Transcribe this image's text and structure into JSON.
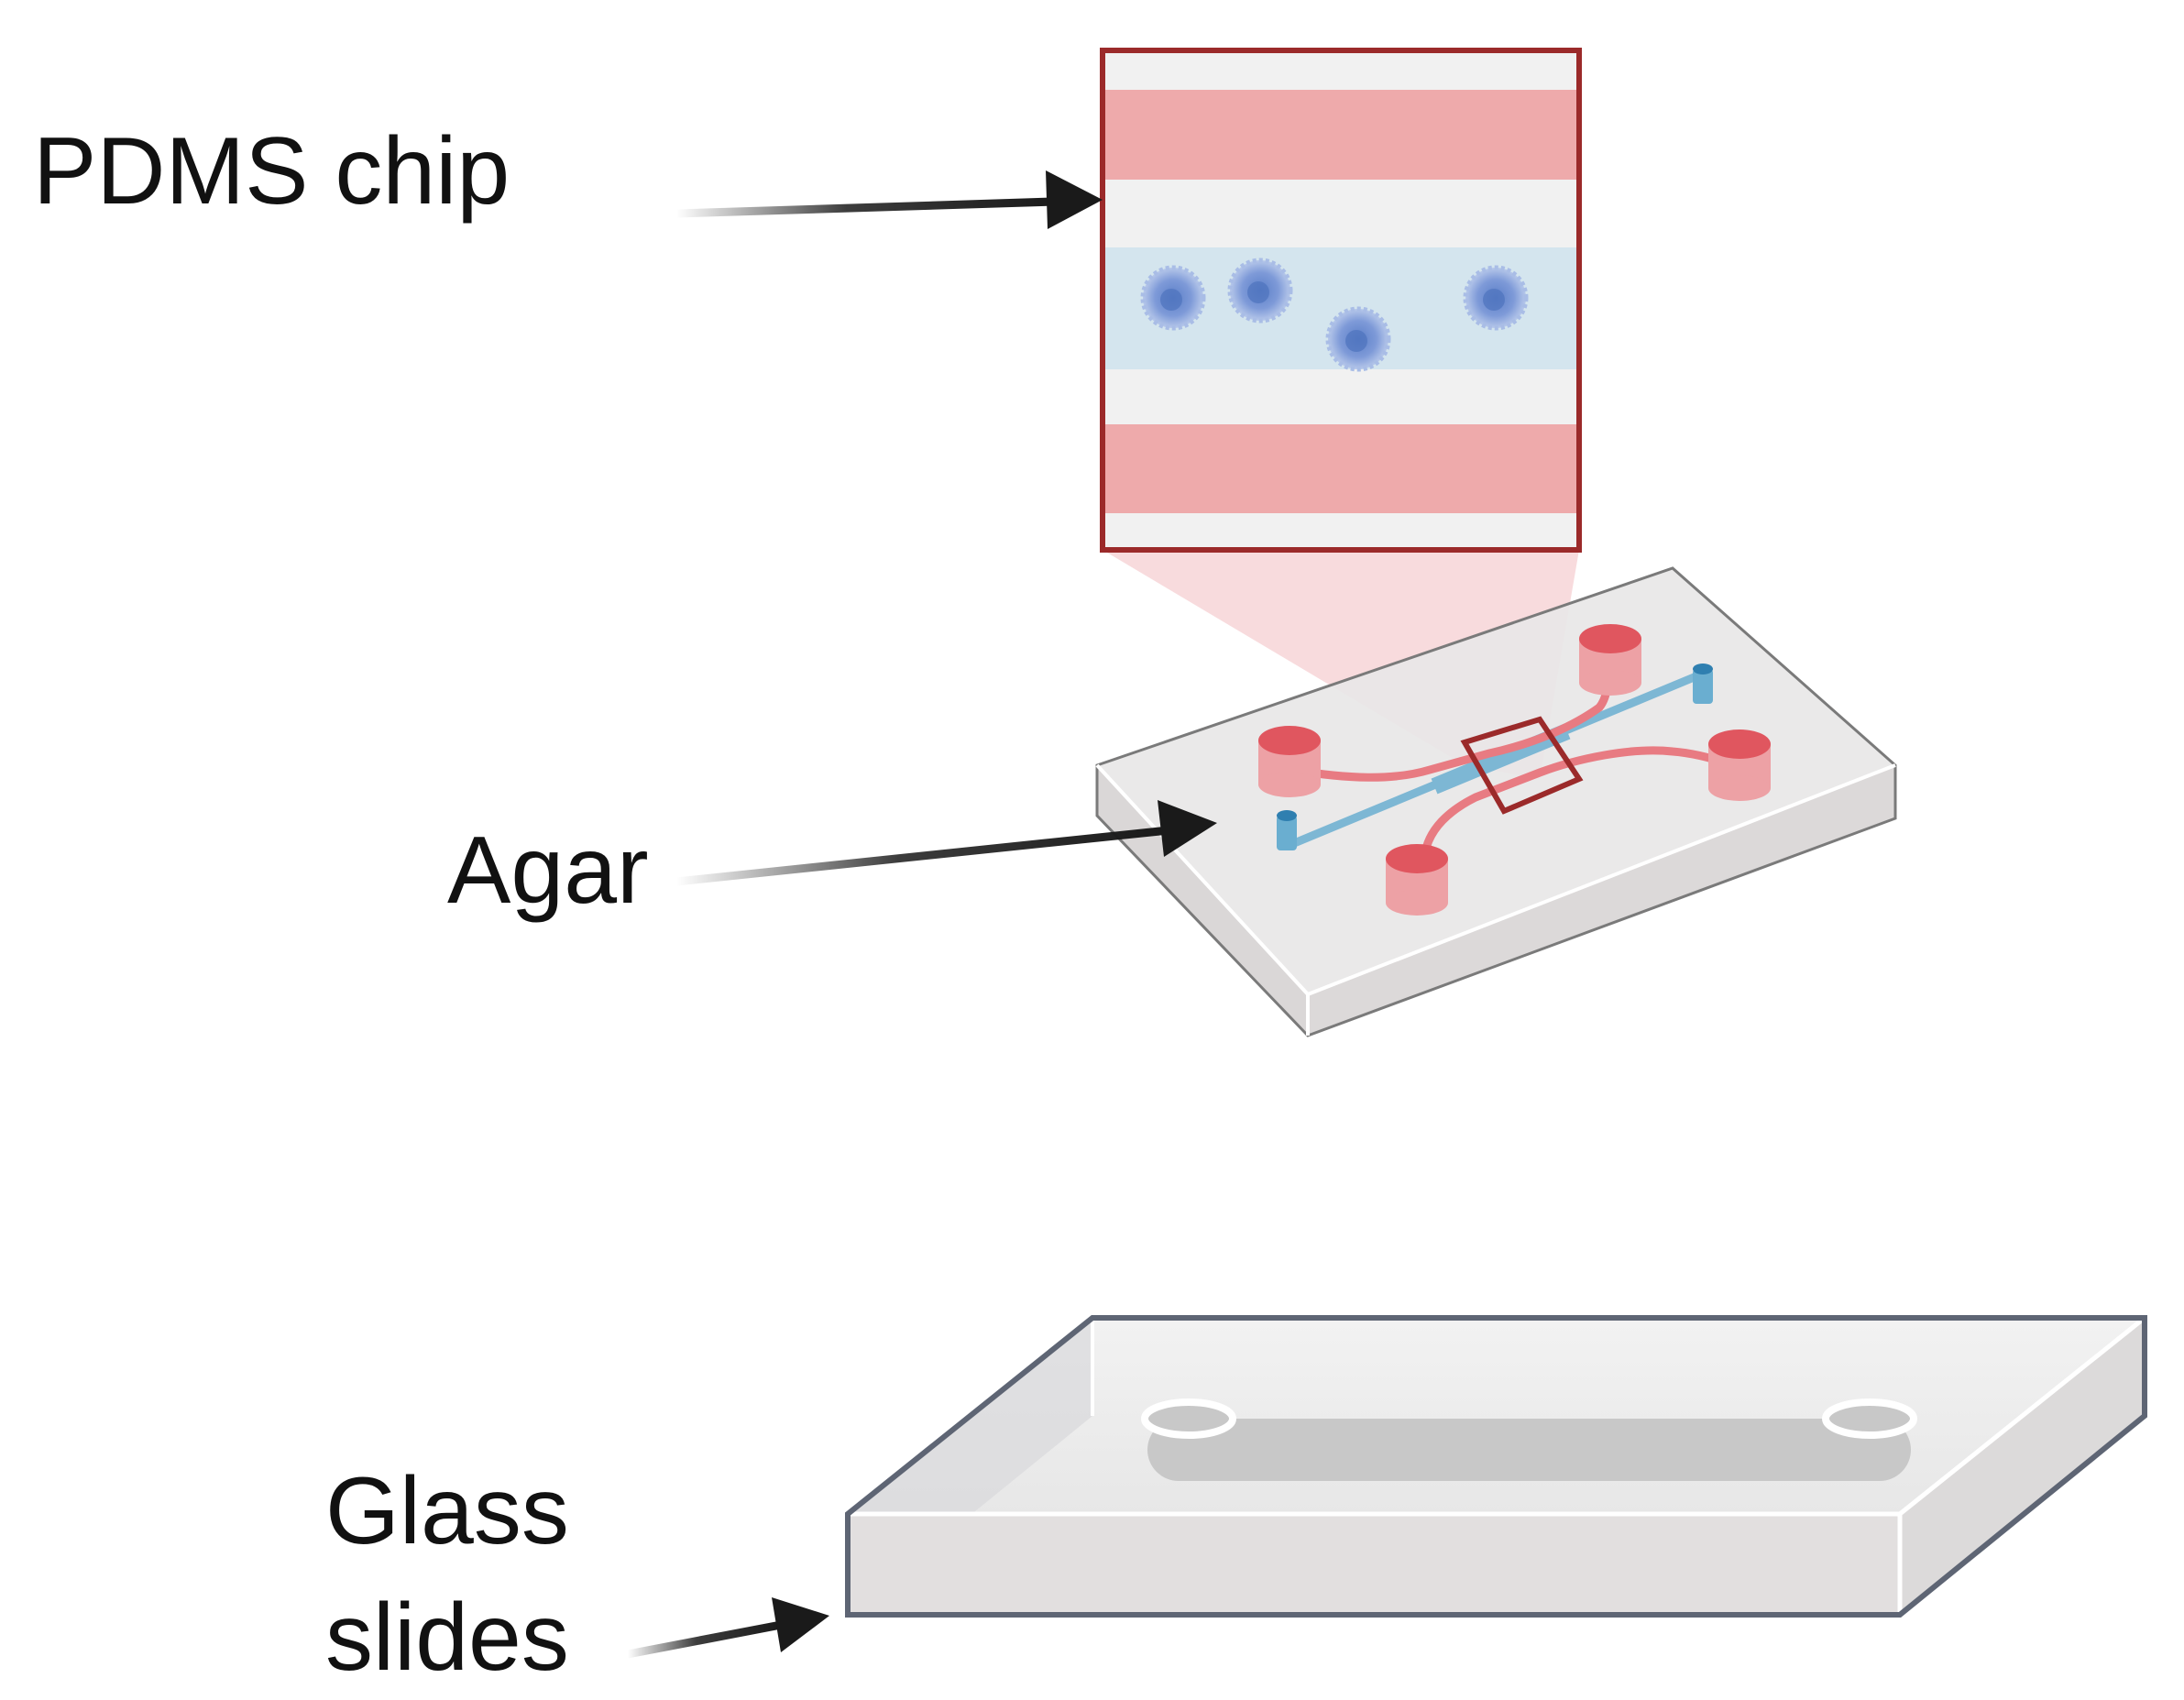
{
  "labels": {
    "pdms_chip": "PDMS chip",
    "agar": "Agar",
    "glass_line1": "Glass",
    "glass_line2": "slides"
  },
  "colors": {
    "channel_red": "#e05c66",
    "well_red": "#e87b82",
    "band_pink": "#eeaaab",
    "inset_frame": "#9b2a2a",
    "channel_blue": "#7db7d4",
    "cell_blue": "#6d8fd0",
    "agar_fill": "#e4e3e3",
    "glass_fill": "#e2dfdf",
    "glass_edge": "#5e6574",
    "arrow": "#1a1a1a"
  }
}
